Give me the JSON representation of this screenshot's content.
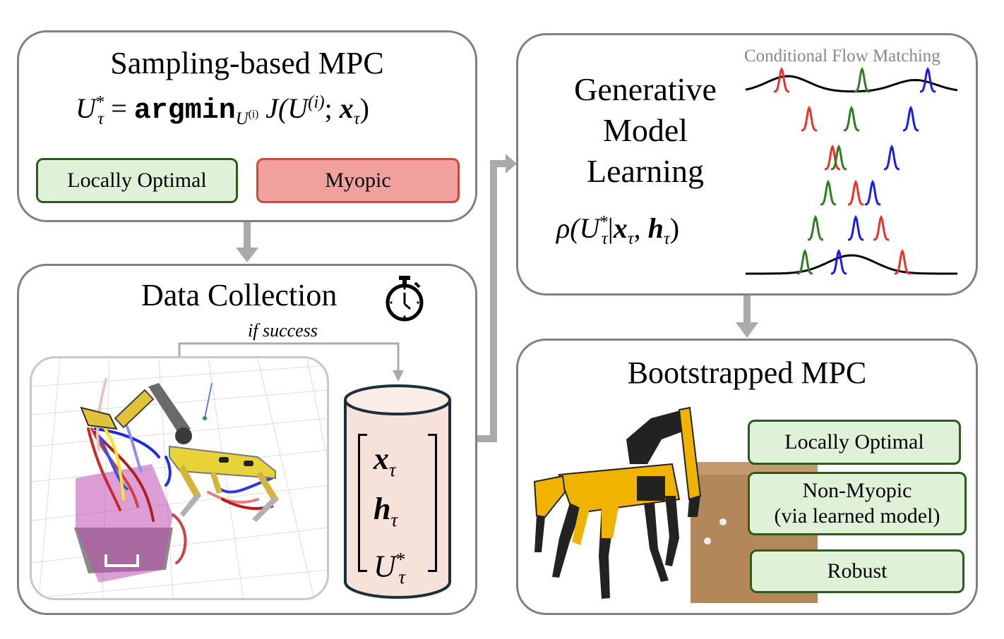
{
  "colors": {
    "panel_border": "#808080",
    "arrow": "#aaaaaa",
    "positive_fill": "#dff1d6",
    "positive_border": "#2e5a1e",
    "negative_fill": "#f0a19d",
    "negative_border": "#c94a43",
    "database_fill": "#f6e2d8",
    "database_border": "#1d2e3c",
    "flow_red": "#e8322a",
    "flow_green": "#2e7d22",
    "flow_blue": "#1a1af0"
  },
  "sampling_mpc": {
    "title": "Sampling-based MPC",
    "equation": {
      "lhs": "U",
      "lhs_sup": "*",
      "lhs_sub": "τ",
      "equals": "=",
      "operator": "argmin",
      "operator_sub": "U",
      "operator_sub_sup": "(i)",
      "operator_sub_sub": "τ",
      "function": "J(U",
      "arg_sup": "(i)",
      "arg_sub": "τ",
      "separator": "; ",
      "state": "x",
      "state_sub": "τ",
      "close": ")"
    },
    "tags": [
      {
        "label": "Locally Optimal",
        "kind": "positive"
      },
      {
        "label": "Myopic",
        "kind": "negative"
      }
    ]
  },
  "data_collection": {
    "title": "Data Collection",
    "timer_icon": "stopwatch-icon",
    "condition_label": "if success",
    "simulation_image_alt": "Simulated Spot robot with arm, sampled end-effector trajectories and a box",
    "database": {
      "icon": "database-cylinder",
      "entries": [
        {
          "symbol": "x",
          "sub": "τ",
          "style": "bold"
        },
        {
          "symbol": "h",
          "sub": "τ",
          "style": "bold"
        },
        {
          "symbol": "U",
          "sup": "*",
          "sub": "τ",
          "style": "italic"
        }
      ]
    }
  },
  "generative_model": {
    "title_lines": [
      "Generative",
      "Model",
      "Learning"
    ],
    "density": {
      "rho": "ρ(",
      "U": "U",
      "U_sup": "*",
      "U_sub": "τ",
      "bar": "|",
      "x": "x",
      "x_sub": "τ",
      "comma": ", ",
      "h": "h",
      "h_sub": "τ",
      "close": ")"
    },
    "flow_label": "Conditional Flow Matching"
  },
  "bootstrapped_mpc": {
    "title": "Bootstrapped MPC",
    "photo_alt": "Spot robot with arm pushing a cardboard box",
    "tags": [
      {
        "label": "Locally Optimal",
        "kind": "positive"
      },
      {
        "line1": "Non-Myopic",
        "line2": "(via learned model)",
        "kind": "positive"
      },
      {
        "label": "Robust",
        "kind": "positive"
      }
    ]
  },
  "flow_diagram": {
    "description": "Particles transported from a multimodal target distribution (top) to a unimodal source (bottom)",
    "rows": [
      {
        "red": 0.17,
        "green": 0.55,
        "blue": 0.86
      },
      {
        "red": 0.3,
        "green": 0.5,
        "blue": 0.78
      },
      {
        "red": 0.41,
        "green": 0.44,
        "blue": 0.69
      },
      {
        "green": 0.39,
        "red": 0.52,
        "blue": 0.6
      },
      {
        "green": 0.33,
        "blue": 0.52,
        "red": 0.64
      },
      {
        "green": 0.28,
        "blue": 0.44,
        "red": 0.74
      }
    ]
  }
}
